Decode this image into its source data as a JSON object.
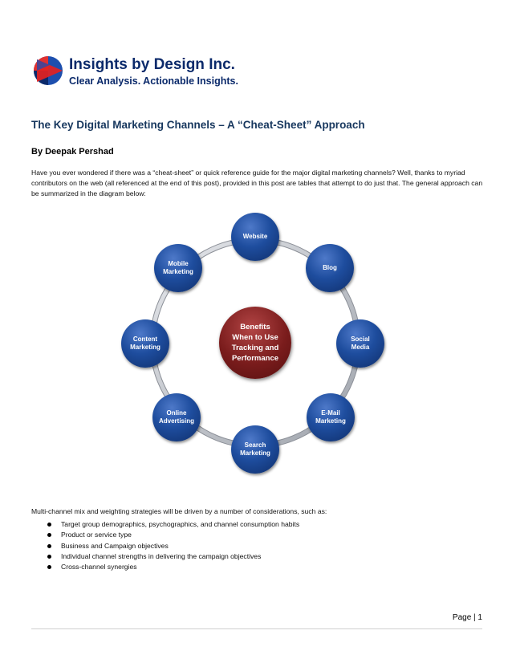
{
  "logo": {
    "icon": "triangle-circle-logo-icon",
    "name": "Insights by Design Inc.",
    "tagline": "Clear Analysis. Actionable Insights."
  },
  "article": {
    "title": "The Key Digital Marketing Channels – A “Cheat-Sheet” Approach",
    "byline": "By Deepak Pershad",
    "intro": "Have you ever wondered if there was a “cheat-sheet” or quick reference guide for the major digital marketing channels? Well, thanks to myriad contributors on the web (all referenced at the end of this post), provided in this post are tables that attempt to do just that. The general approach can be summarized in the diagram below:"
  },
  "diagram": {
    "center_lines": [
      "Benefits",
      "When to Use",
      "Tracking and",
      "Performance"
    ],
    "nodes": [
      {
        "lines": [
          "Website"
        ]
      },
      {
        "lines": [
          "Blog"
        ]
      },
      {
        "lines": [
          "Social",
          "Media"
        ]
      },
      {
        "lines": [
          "E-Mail",
          "Marketing"
        ]
      },
      {
        "lines": [
          "Search",
          "Marketing"
        ]
      },
      {
        "lines": [
          "Online",
          "Advertising"
        ]
      },
      {
        "lines": [
          "Content",
          "Marketing"
        ]
      },
      {
        "lines": [
          "Mobile",
          "Marketing"
        ]
      }
    ]
  },
  "considerations": {
    "intro": "Multi-channel mix and weighting strategies will be driven by a number of considerations, such as:",
    "items": [
      "Target group demographics, psychographics, and channel consumption habits",
      "Product or service type",
      "Business and Campaign objectives",
      "Individual channel strengths in delivering the campaign objectives",
      "Cross-channel synergies"
    ]
  },
  "footer": {
    "page_label": "Page | 1"
  },
  "colors": {
    "title": "#17375e",
    "node_blue": "#1e4d9e",
    "center_red": "#7a1c1c"
  }
}
